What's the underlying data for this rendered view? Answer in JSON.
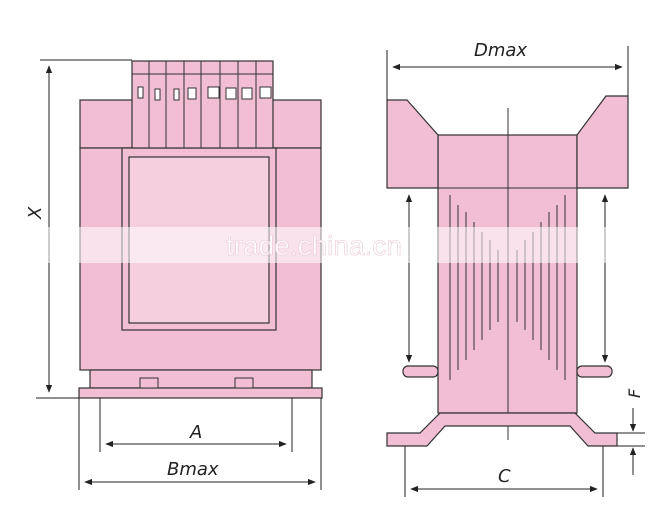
{
  "labels": {
    "dmax": "Dmax",
    "a": "A",
    "bmax": "Bmax",
    "c": "C",
    "f": "F",
    "hmax_partial": "X"
  },
  "watermark": "trade.china.cn",
  "colors": {
    "body_fill": "#f2bed3",
    "body_fill_light": "#f6cfdf",
    "stroke": "#333333",
    "watermark_band": "#ffffff"
  }
}
